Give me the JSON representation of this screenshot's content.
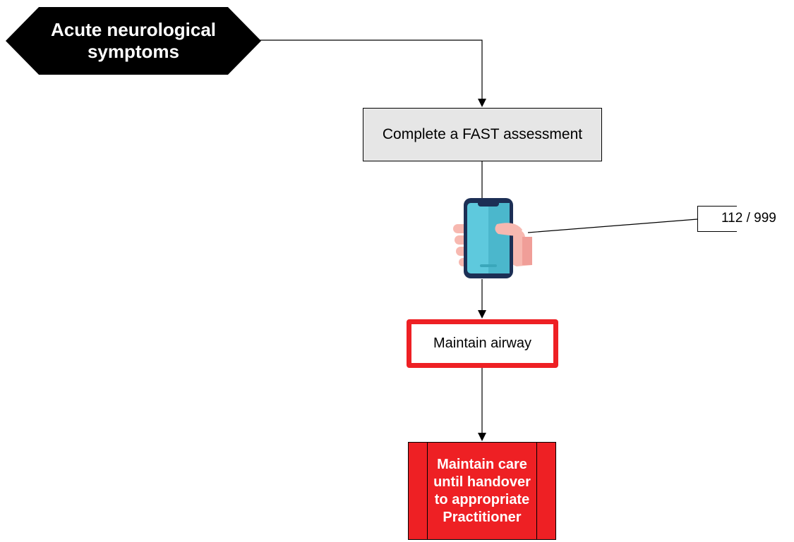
{
  "start_node": {
    "label": "Acute neurological symptoms"
  },
  "fast_step": {
    "label": "Complete a FAST assessment"
  },
  "call_step": {
    "icon": "hand-holding-phone-icon",
    "callout": "112 / 999"
  },
  "airway_step": {
    "label": "Maintain airway"
  },
  "handover_step": {
    "label": "Maintain care until handover to appropriate Practitioner"
  },
  "colors": {
    "start_fill": "#000000",
    "process_fill": "#e6e6e6",
    "alert_red": "#ee2024",
    "phone_body": "#1c2f55",
    "phone_screen": "#5ec9dd",
    "skin": "#f7b8b0"
  }
}
